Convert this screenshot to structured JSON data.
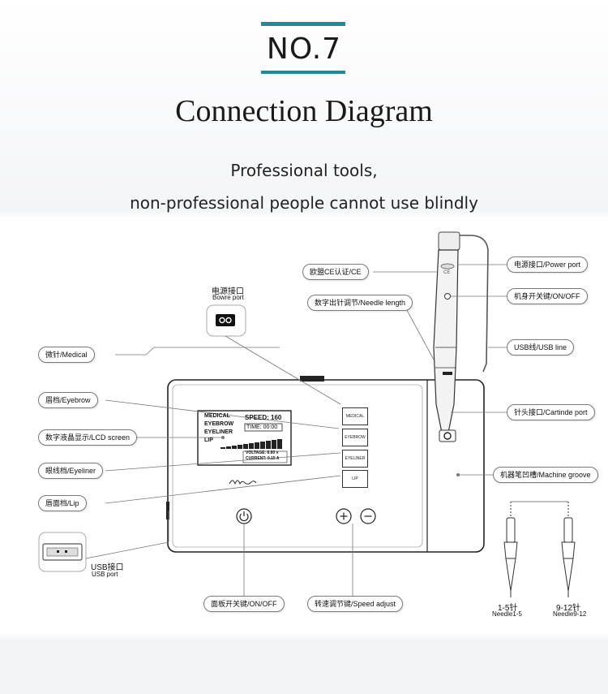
{
  "header": {
    "badge": "NO.7",
    "title": "Connection Diagram",
    "subtitle_line1": "Professional tools,",
    "subtitle_line2": "non-professional people cannot use blindly"
  },
  "colors": {
    "accent": "#1e8a9a"
  },
  "callouts": {
    "ce": "欧盟CE认证/CE",
    "needle_length": "数字出针调节/Needle length",
    "power_port_right": "电源接口/Power port",
    "on_off_machine": "机身开关键/ON/OFF",
    "usb_line": "USB线/USB line",
    "cartridge_port": "针头接口/Cartinde port",
    "machine_groove": "机器笔凹槽/Machine groove",
    "medical": "微针/Medical",
    "eyebrow": "眉档/Eyebrow",
    "lcd_screen": "数字液晶显示/LCD screen",
    "eyeliner": "眼线档/Eyeliner",
    "lip": "唇面档/Lip",
    "panel_switch": "面板开关键/ON/OFF",
    "speed_adjust": "转速调节键/Speed adjust"
  },
  "labels": {
    "bowre_port_cn": "电源接口",
    "bowre_port_en": "Bowre port",
    "usb_port_cn": "USB接口",
    "usb_port_en": "USB port",
    "needle_1_5_cn": "1-5针",
    "needle_1_5_en": "Needle1-5",
    "needle_9_12_cn": "9-12针",
    "needle_9_12_en": "Needle9-12",
    "ce_mark": "CE"
  },
  "lcd": {
    "modes": [
      "MEDICAL",
      "EYEBROW",
      "EYELINER",
      "LIP"
    ],
    "speed": "SPEED: 160",
    "time": "TIME: 00:00",
    "voltage": "VOLTAGE: 6.60 v",
    "current": "CURRENT: 0.15 A"
  },
  "mode_buttons": [
    "MEDICAL",
    "EYEBROW",
    "EYELINER",
    "LIP"
  ]
}
